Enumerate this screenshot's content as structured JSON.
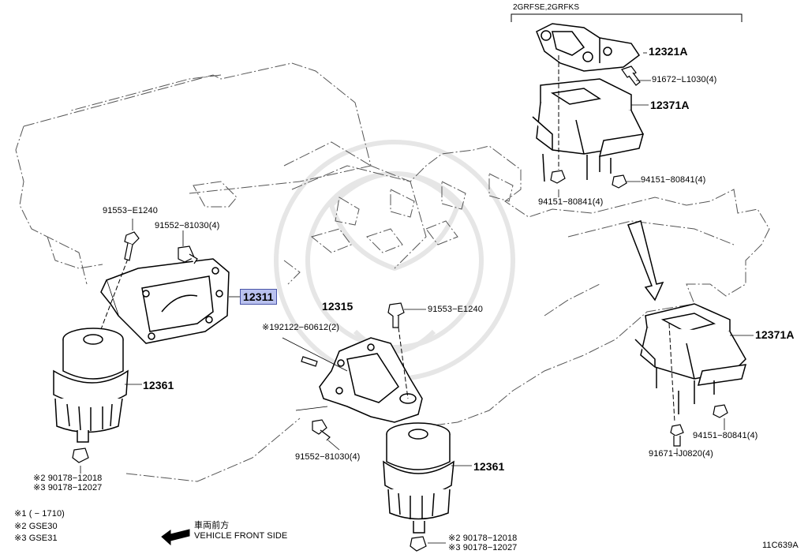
{
  "colors": {
    "line": "#000000",
    "engine_line": "#333333",
    "highlight": "#b9c1ee",
    "watermark": "#e3e3e3"
  },
  "variant": {
    "label": "2GRFSE,2GRFKS"
  },
  "parts": {
    "p12321A": "12321A",
    "p91672": "91672−L1030(4)",
    "p12371A_top": "12371A",
    "p94151_top_right": "94151−80841(4)",
    "p94151_top_left": "94151−80841(4)",
    "p12371A_right": "12371A",
    "p94151_right": "94151−80841(4)",
    "p91671": "91671−J0820(4)",
    "p91553_left": "91553−E1240",
    "p91552_left": "91552−81030(4)",
    "p12311": "12311",
    "p12361_left": "12361",
    "p90178_1_left": "※2 90178−12018",
    "p90178_2_left": "※3 90178−12027",
    "p12315": "12315",
    "p92122": "※192122−60612(2)",
    "p91553_center": "91553−E1240",
    "p91552_center": "91552−81030(4)",
    "p12361_center": "12361",
    "p90178_1_center": "※2 90178−12018",
    "p90178_2_center": "※3 90178−12027"
  },
  "notes": [
    "※1 (        − 1710)",
    "※2 GSE30",
    "※3 GSE31"
  ],
  "direction": {
    "jp": "車両前方",
    "en": "VEHICLE FRONT SIDE"
  },
  "diagram_code": "11C639A"
}
